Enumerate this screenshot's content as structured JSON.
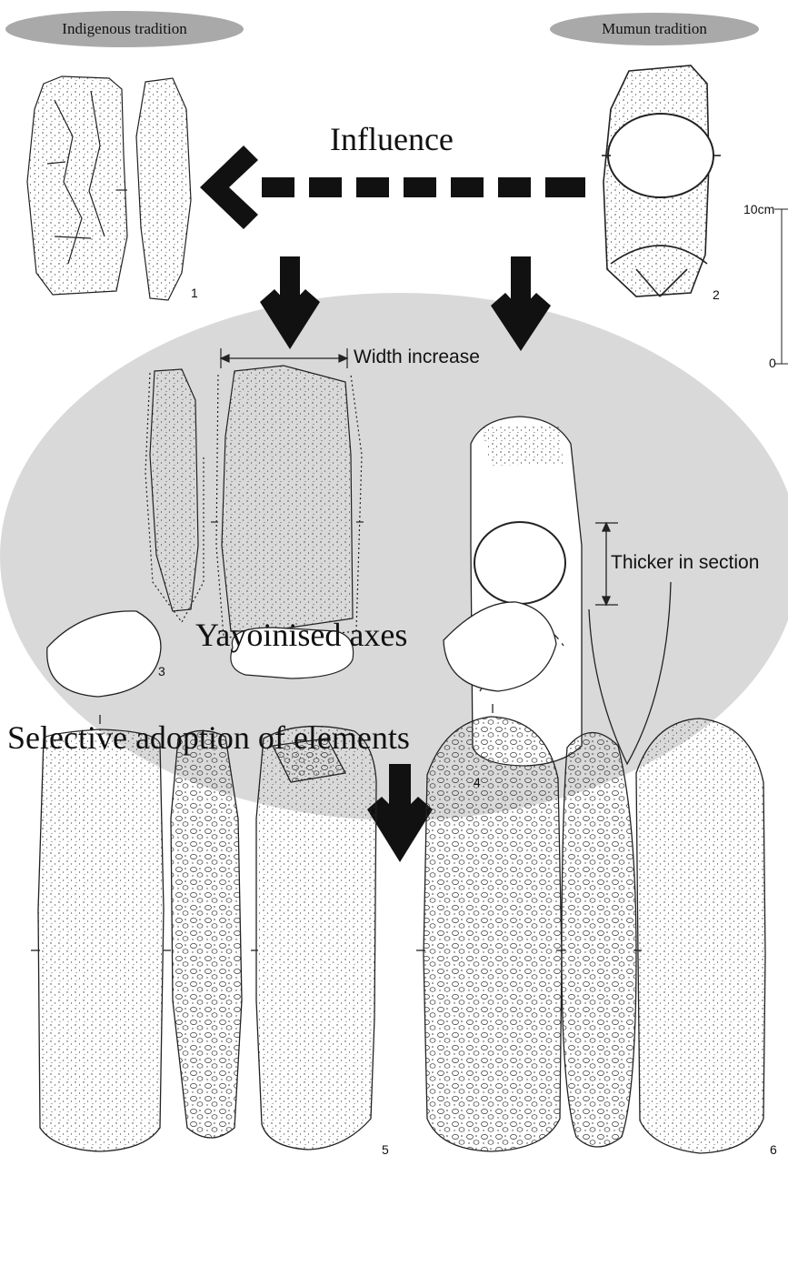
{
  "headers": {
    "left": "Indigenous tradition",
    "right": "Mumun tradition"
  },
  "labels": {
    "influence": "Influence",
    "width_increase": "Width increase",
    "thicker_in_section": "Thicker in section",
    "selective_adoption": "Selective adoption of elements",
    "yayoinised_axes": "Yayoinised axes"
  },
  "scale": {
    "top": "10cm",
    "bottom": "0"
  },
  "figure_numbers": {
    "n1": "1",
    "n2": "2",
    "n3": "3",
    "n4": "4",
    "n5": "5",
    "n6": "6"
  },
  "colors": {
    "ellipse_fill": "#d9d9d9",
    "pill_fill": "#a9a9a9",
    "arrow": "#111111",
    "stroke": "#222222"
  }
}
